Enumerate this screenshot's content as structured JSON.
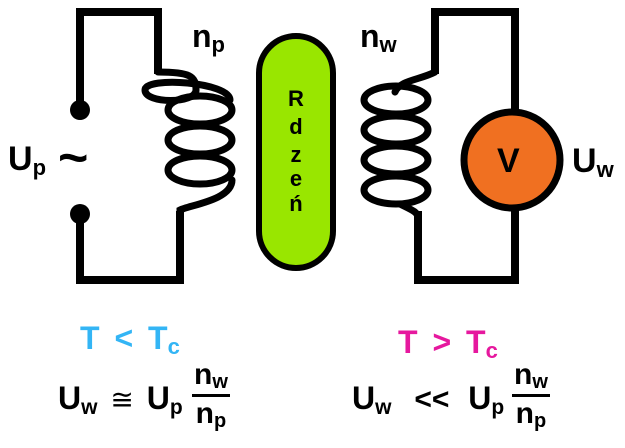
{
  "labels": {
    "n_p": {
      "base": "n",
      "sub": "p"
    },
    "n_w": {
      "base": "n",
      "sub": "w"
    },
    "U_p": {
      "base": "U",
      "sub": "p"
    },
    "U_w": {
      "base": "U",
      "sub": "w"
    },
    "ac_symbol": "~",
    "voltmeter": "V"
  },
  "core": {
    "letters": [
      "R",
      "d",
      "z",
      "e",
      "ń"
    ],
    "color": "#99e600"
  },
  "voltmeter_color": "#f07021",
  "left_condition": {
    "T": "T",
    "op": "<",
    "Tc_base": "T",
    "Tc_sub": "c",
    "color": "#33b5f5"
  },
  "right_condition": {
    "T": "T",
    "op": ">",
    "Tc_base": "T",
    "Tc_sub": "c",
    "color": "#e6189e"
  },
  "left_formula": {
    "lhs_base": "U",
    "lhs_sub": "w",
    "relation": "≅",
    "rhs_base": "U",
    "rhs_sub": "p",
    "num_base": "n",
    "num_sub": "w",
    "den_base": "n",
    "den_sub": "p"
  },
  "right_formula": {
    "lhs_base": "U",
    "lhs_sub": "w",
    "relation": "<<",
    "rhs_base": "U",
    "rhs_sub": "p",
    "num_base": "n",
    "num_sub": "w",
    "den_base": "n",
    "den_sub": "p"
  }
}
